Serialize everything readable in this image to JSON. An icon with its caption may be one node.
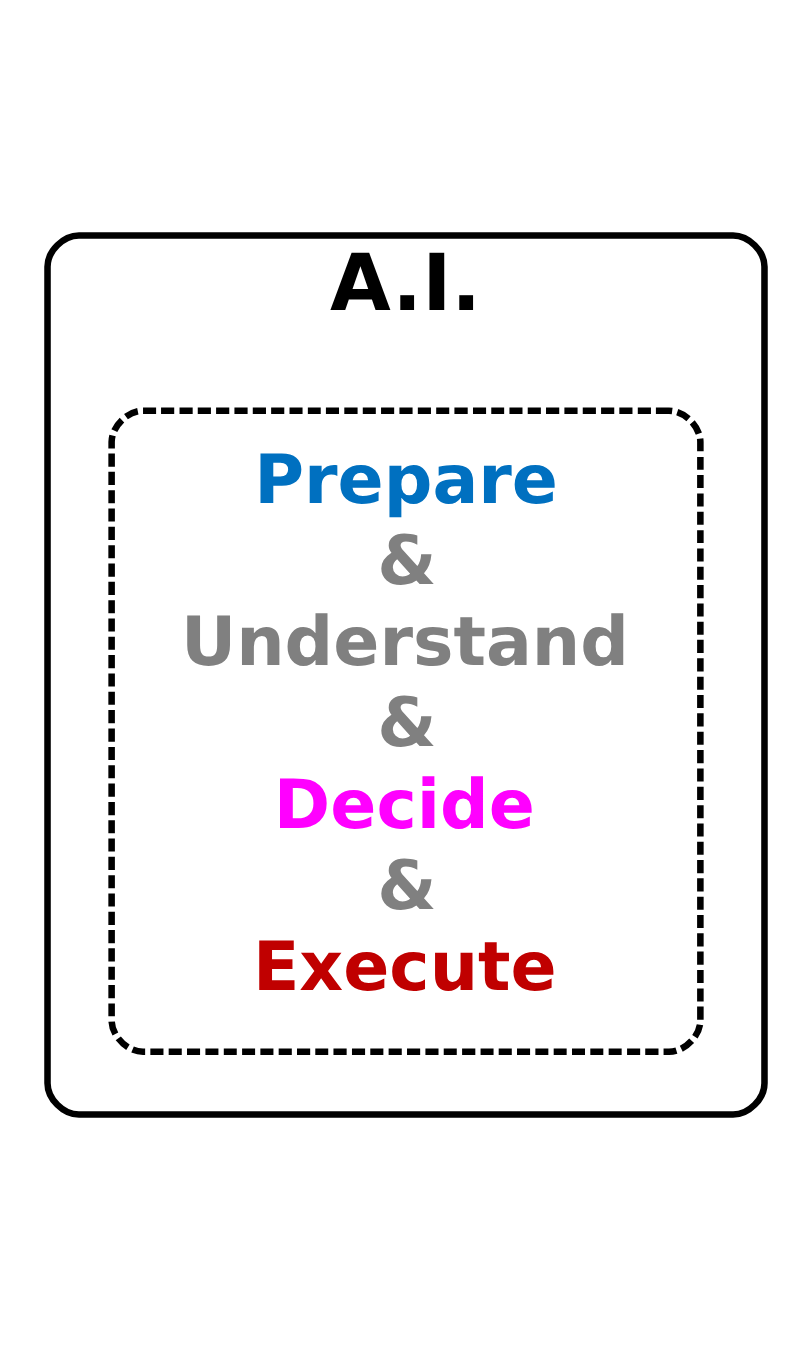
{
  "diagram": {
    "nodes": [
      {
        "text": [
          "A.I."
        ]
      },
      {
        "text": [
          "Prepare",
          "&",
          "Understand",
          "&",
          "Decide",
          "&",
          "Execute"
        ],
        "in": 0
      }
    ]
  }
}
